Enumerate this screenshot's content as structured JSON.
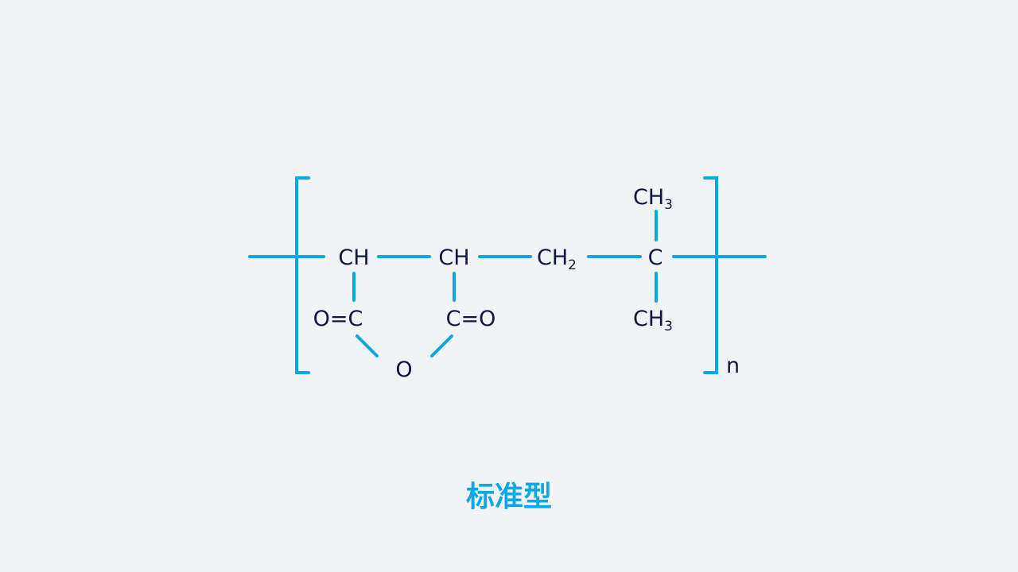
{
  "structure": {
    "atoms": {
      "ch_left": "CH",
      "ch_right": "CH",
      "ch2": "CH",
      "ch2_sub": "2",
      "c_quaternary": "C",
      "ch3_top": "CH",
      "ch3_top_sub": "3",
      "ch3_bottom": "CH",
      "ch3_bottom_sub": "3",
      "carbonyl_left": "O=C",
      "carbonyl_right": "C=O",
      "ring_oxygen": "O"
    },
    "repeat_unit_label": "n"
  },
  "caption": "标准型",
  "colors": {
    "background": "#f1f3f5",
    "bond": "#0aa8e6",
    "atom_text": "#0e1840",
    "caption": "#0aa8e6"
  }
}
